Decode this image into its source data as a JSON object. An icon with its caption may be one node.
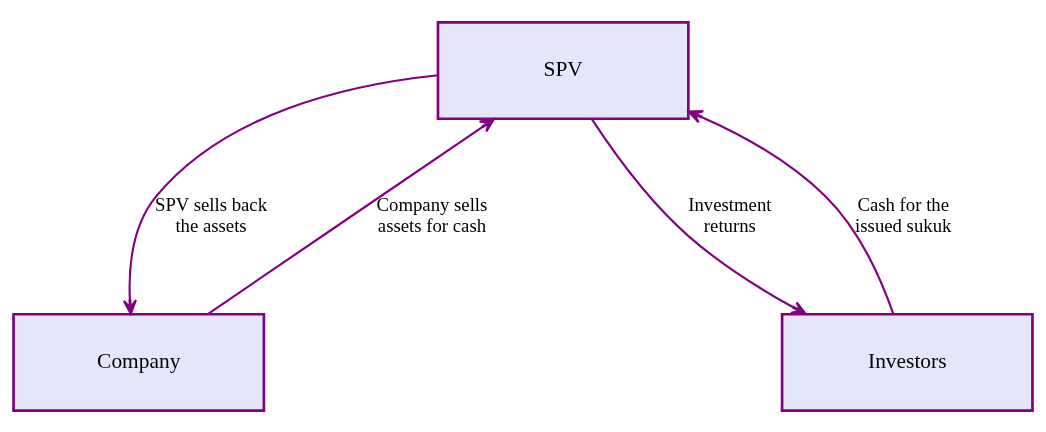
{
  "diagram": {
    "nodes": [
      {
        "text": [
          "SPV"
        ]
      },
      {
        "text": [
          "Company"
        ]
      },
      {
        "text": [
          "Investors"
        ]
      }
    ],
    "edges": [
      {
        "from": 1,
        "to": 0,
        "arrow": "to",
        "label": "Company sells assets for cash"
      },
      {
        "from": 0,
        "to": 1,
        "arrow": "to",
        "label": "SPV sells back the assets"
      },
      {
        "from": 0,
        "to": 2,
        "arrow": "to",
        "label": "Investment returns"
      },
      {
        "from": 2,
        "to": 0,
        "arrow": "to",
        "label": "Cash for the issued sukuk"
      }
    ]
  }
}
